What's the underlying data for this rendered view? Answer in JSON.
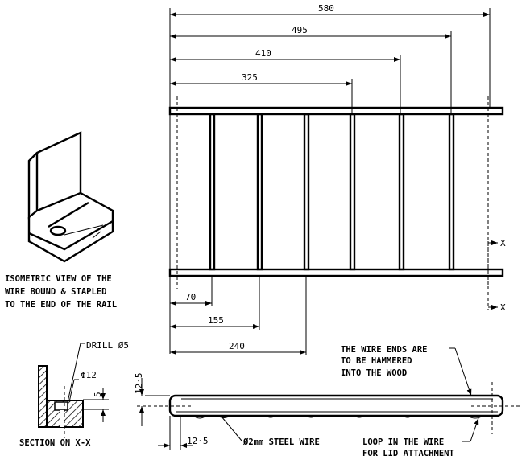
{
  "plan_view": {
    "dimensions_top": [
      "580",
      "495",
      "410",
      "325"
    ],
    "dimensions_bottom": [
      "70",
      "155",
      "240"
    ],
    "section_marker": "X"
  },
  "isometric_caption": [
    "ISOMETRIC VIEW OF THE",
    "WIRE BOUND & STAPLED",
    "TO THE END OF THE RAIL"
  ],
  "section": {
    "drill_label": "DRILL Ø5",
    "diameter_label": "Φ12",
    "depth_label": "5",
    "caption": "SECTION ON X-X"
  },
  "side_view": {
    "height_dim": "12·5",
    "end_dim": "12·5",
    "wire_label": "Ø2mm STEEL WIRE",
    "wire_ends_note": [
      "THE WIRE ENDS ARE",
      "TO BE HAMMERED",
      "INTO THE WOOD"
    ],
    "loop_note": [
      "LOOP IN THE WIRE",
      "FOR LID ATTACHMENT"
    ]
  }
}
